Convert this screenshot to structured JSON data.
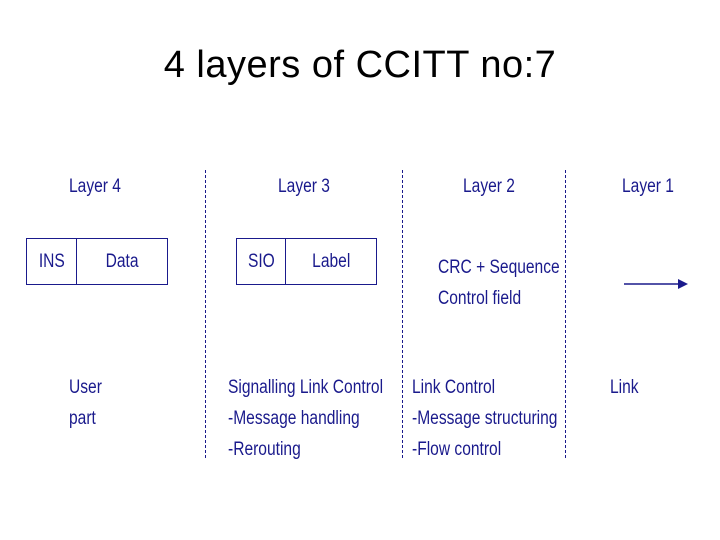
{
  "title": "4 layers of CCITT no:7",
  "layers": [
    {
      "heading": "Layer 4",
      "box": [
        "INS",
        "Data"
      ],
      "description": [
        "User",
        "part"
      ]
    },
    {
      "heading": "Layer 3",
      "box": [
        "SIO",
        "Label"
      ],
      "description": [
        "Signalling Link Control",
        "-Message handling",
        "-Rerouting"
      ]
    },
    {
      "heading": "Layer 2",
      "field": [
        "CRC + Sequence",
        "Control field"
      ],
      "description": [
        "Link Control",
        "-Message structuring",
        "-Flow control"
      ]
    },
    {
      "heading": "Layer 1",
      "description": [
        "Link"
      ]
    }
  ],
  "colors": {
    "diagram": "#1a1a8c",
    "title": "#000000",
    "background": "#ffffff"
  },
  "icons": {
    "layer1_symbol": "right-arrow-icon"
  }
}
